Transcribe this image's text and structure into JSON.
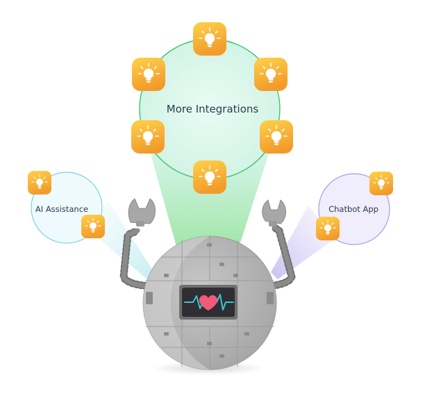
{
  "labels": {
    "main": "More Integrations",
    "left": "AI Assistance",
    "right": "Chatbot App"
  },
  "colors": {
    "tile_top": "#ffd24a",
    "tile_bottom": "#f29b2b",
    "main_circle_stroke": "#3cc46a",
    "left_circle_stroke": "#7ad3df",
    "right_circle_stroke": "#a69bea",
    "robot_body": "#b9b9b9",
    "screen": "#2e2e33",
    "heart": "#f15a7a",
    "pulse": "#36c9d0"
  },
  "icons": {
    "tile": "lightbulb-icon",
    "robot_screen": "heart-pulse-icon"
  }
}
